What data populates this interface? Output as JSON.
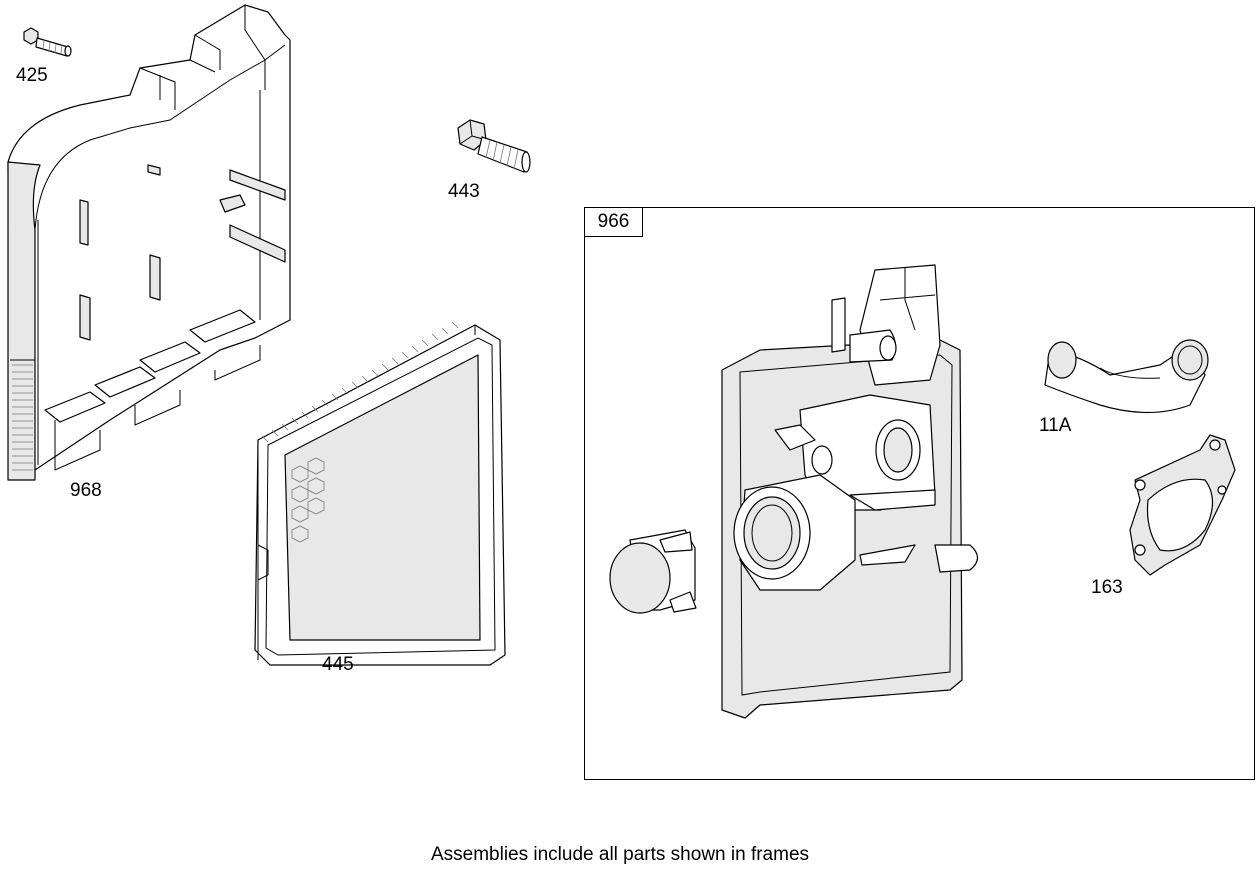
{
  "parts": [
    {
      "id": "425",
      "label": "425",
      "name": "bolt"
    },
    {
      "id": "443",
      "label": "443",
      "name": "bolt"
    },
    {
      "id": "968",
      "label": "968",
      "name": "air-cleaner-base"
    },
    {
      "id": "445",
      "label": "445",
      "name": "air-filter"
    },
    {
      "id": "11A",
      "label": "11A",
      "name": "breather-tube"
    },
    {
      "id": "163",
      "label": "163",
      "name": "gasket"
    }
  ],
  "assembly": {
    "label": "966"
  },
  "footnote": "Assemblies include all parts shown in frames"
}
